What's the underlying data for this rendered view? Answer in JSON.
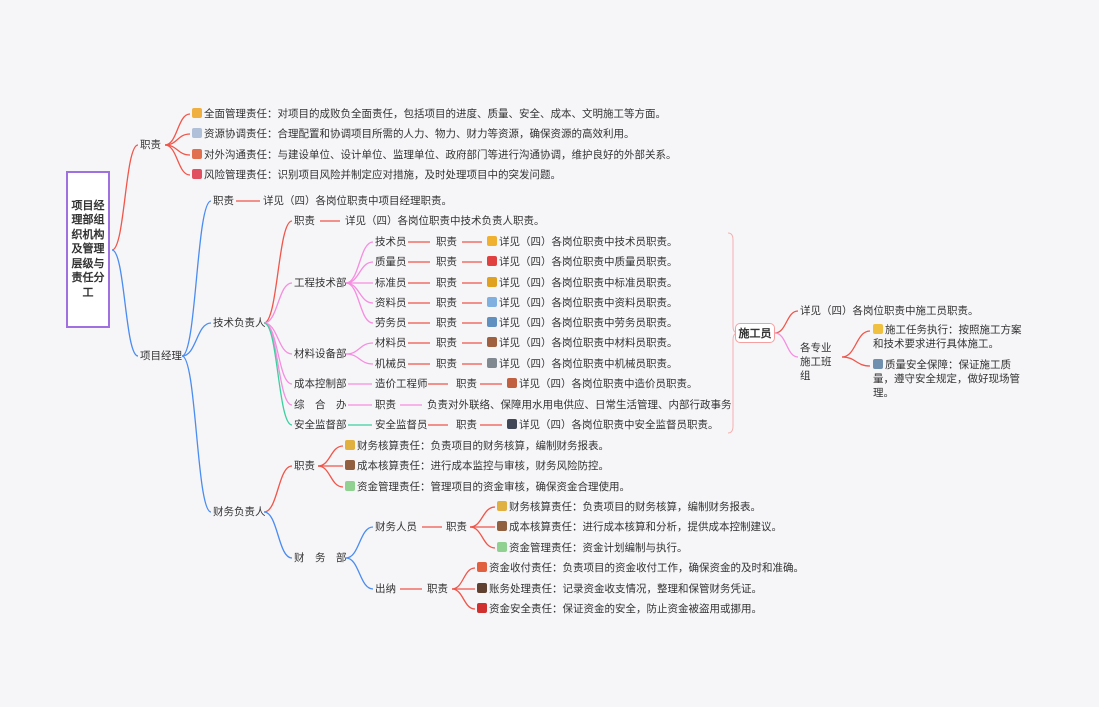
{
  "root": "项目经理部组织机构及管理层级与责任分工",
  "duty": "职责",
  "pm_duties": {
    "label": "职责",
    "items": [
      {
        "icon": "manager-icon",
        "color": "#f0b040",
        "text": "全面管理责任：对项目的成败负全面责任，包括项目的进度、质量、安全、成本、文明施工等方面。"
      },
      {
        "icon": "document-icon",
        "color": "#b0c0d8",
        "text": "资源协调责任：合理配置和协调项目所需的人力、物力、财力等资源，确保资源的高效利用。"
      },
      {
        "icon": "clipboard-icon",
        "color": "#e07050",
        "text": "对外沟通责任：与建设单位、设计单位、监理单位、政府部门等进行沟通协调，维护良好的外部关系。"
      },
      {
        "icon": "risk-icon",
        "color": "#e05060",
        "text": "风险管理责任：识别项目风险并制定应对措施，及时处理项目中的突发问题。"
      }
    ]
  },
  "pm": {
    "label": "项目经理",
    "duty_text": "详见（四）各岗位职责中项目经理职责。"
  },
  "tech": {
    "label": "技术负责人",
    "duty_text": "详见（四）各岗位职责中技术负责人职责。",
    "eng": {
      "label": "工程技术部",
      "roles": [
        {
          "name": "技术员",
          "icon": "ruler-icon",
          "color": "#f0b030",
          "text": "详见（四）各岗位职责中技术员职责。"
        },
        {
          "name": "质量员",
          "icon": "siren-icon",
          "color": "#e04040",
          "text": "详见（四）各岗位职责中质量员职责。"
        },
        {
          "name": "标准员",
          "icon": "barrier-icon",
          "color": "#e0a020",
          "text": "详见（四）各岗位职责中标准员职责。"
        },
        {
          "name": "资料员",
          "icon": "gear-icon",
          "color": "#80b0e0",
          "text": "详见（四）各岗位职责中资料员职责。"
        },
        {
          "name": "劳务员",
          "icon": "workers-icon",
          "color": "#6090c0",
          "text": "详见（四）各岗位职责中劳务员职责。"
        }
      ]
    },
    "mat": {
      "label": "材料设备部",
      "roles": [
        {
          "name": "材料员",
          "icon": "package-icon",
          "color": "#a06040",
          "text": "详见（四）各岗位职责中材料员职责。"
        },
        {
          "name": "机械员",
          "icon": "tools-icon",
          "color": "#808890",
          "text": "详见（四）各岗位职责中机械员职责。"
        }
      ]
    },
    "cost": {
      "label": "成本控制部",
      "role": "造价工程师",
      "icon": "chart-icon",
      "color": "#c06040",
      "text": "详见（四）各岗位职责中造价员职责。"
    },
    "office": {
      "label": "综　合　办",
      "text": "负责对外联络、保障用水用电供应、日常生活管理、内部行政事务"
    },
    "safety": {
      "label": "安全监督部",
      "role": "安全监督员",
      "icon": "guard-icon",
      "color": "#404858",
      "text": "详见（四）各岗位职责中安全监督员职责。"
    }
  },
  "worker": {
    "label": "施工员",
    "icon": "worker-icon",
    "duty_text": "详见（四）各岗位职责中施工员职责。",
    "team": "各专业施工班组",
    "items": [
      {
        "icon": "construction-worker-icon",
        "color": "#f0c040",
        "text": "施工任务执行：按照施工方案和技术要求进行具体施工。"
      },
      {
        "icon": "wrench-icon",
        "color": "#7090b0",
        "text": "质量安全保障：保证施工质量，遵守安全规定，做好现场管理。"
      }
    ]
  },
  "finance": {
    "label": "财务负责人",
    "items": [
      {
        "icon": "money-bag-icon",
        "color": "#e0b040",
        "text": "财务核算责任：负责项目的财务核算，编制财务报表。"
      },
      {
        "icon": "coins-icon",
        "color": "#906040",
        "text": "成本核算责任：进行成本监控与审核，财务风险防控。"
      },
      {
        "icon": "coin-icon",
        "color": "#90d090",
        "text": "资金管理责任：管理项目的资金审核，确保资金合理使用。"
      }
    ],
    "dept": "财　务　部",
    "staff": "财务人员",
    "staff_items": [
      {
        "icon": "money-bag-icon",
        "color": "#e0b040",
        "text": "财务核算责任：负责项目的财务核算，编制财务报表。"
      },
      {
        "icon": "coins-icon",
        "color": "#906040",
        "text": "成本核算责任：进行成本核算和分析，提供成本控制建议。"
      },
      {
        "icon": "coin-icon",
        "color": "#90d090",
        "text": "资金管理责任：资金计划编制与执行。"
      }
    ],
    "cashier": "出纳",
    "cashier_items": [
      {
        "icon": "target-icon",
        "color": "#e06040",
        "text": "资金收付责任：负责项目的资金收付工作，确保资金的及时和准确。"
      },
      {
        "icon": "ledger-icon",
        "color": "#604030",
        "text": "账务处理责任：记录资金收支情况，整理和保管财务凭证。"
      },
      {
        "icon": "safe-icon",
        "color": "#d03030",
        "text": "资金安全责任：保证资金的安全，防止资金被盗用或挪用。"
      }
    ]
  },
  "colors": {
    "red": "#f0564a",
    "blue": "#4a8cf0",
    "pink": "#f58ee0",
    "green": "#3cd0a0",
    "root_border": "#a070e0"
  }
}
